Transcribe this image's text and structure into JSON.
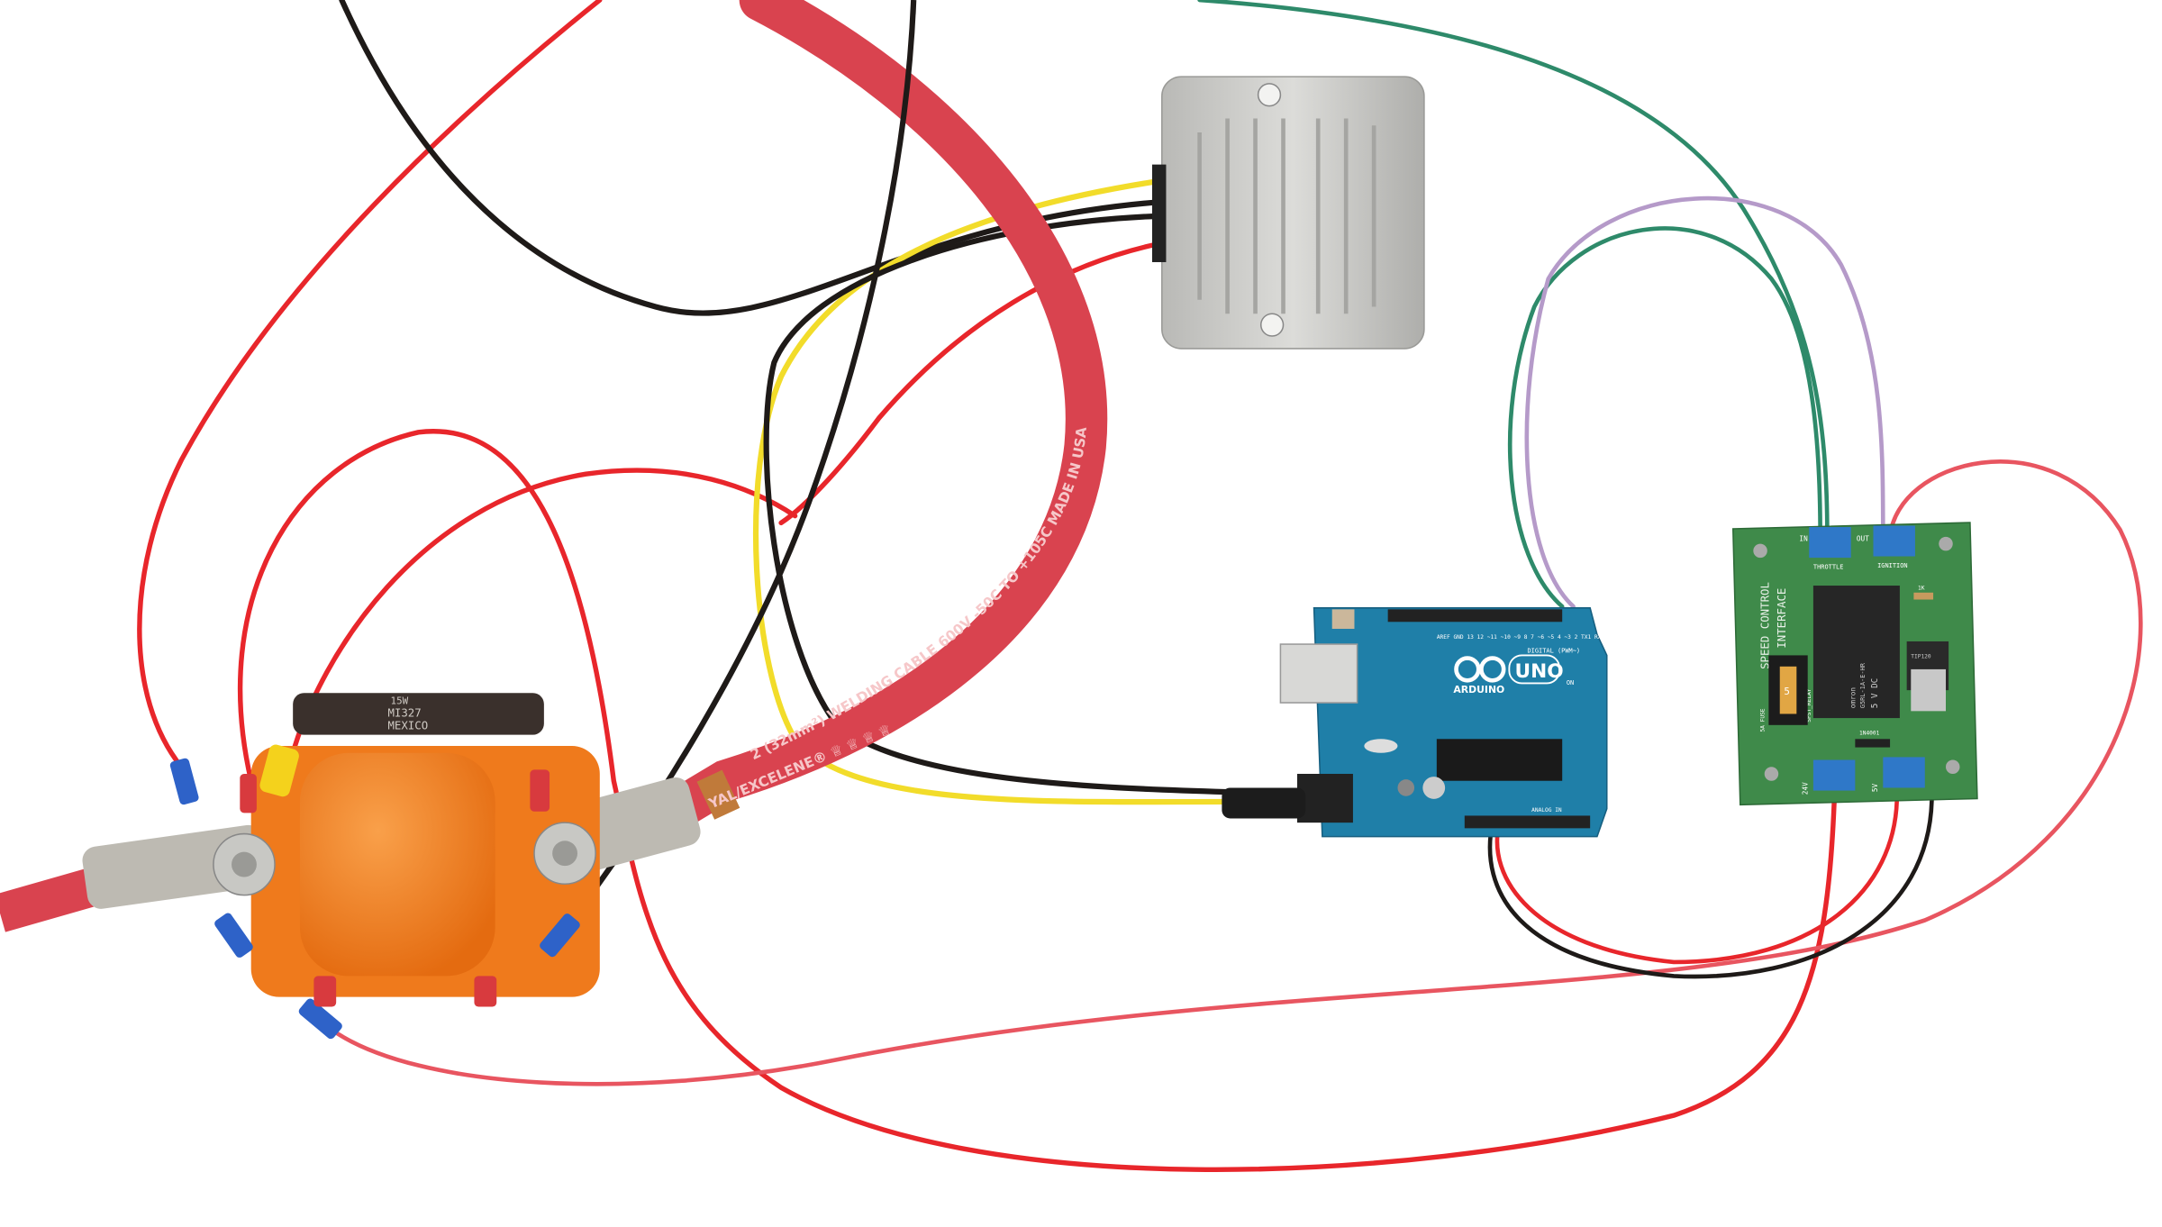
{
  "scene": {
    "background": "#ffffff",
    "colors": {
      "welding_cable": "#d9434f",
      "red_wire": "#e8262b",
      "pink_red_wire": "#e85560",
      "black_wire": "#1e1a18",
      "yellow_wire": "#f2dc2a",
      "green_wire": "#2e8a6a",
      "purple_wire": "#b59ac9",
      "solenoid_orange": "#f07a1a",
      "arduino_blue": "#1f7fa8",
      "pcb_green": "#3f8a4a",
      "terminal_blue": "#2f78c8",
      "heatsink_gray": "#c9c9c7"
    }
  },
  "welding_cable": {
    "print_top": "2 (32mm²) WELDING CABLE 600V -50C TO +105C MADE IN USA",
    "print_bottom": "YAL/EXCELENE® ♕ ♕ ♕ ♕"
  },
  "resistor": {
    "line1": "15W",
    "line2": "MI327",
    "line3": "MEXICO"
  },
  "arduino": {
    "brand": "ARDUINO",
    "model": "UNO",
    "digital_header": "DIGITAL (PWM~)",
    "pins": "AREF GND 13 12 ~11 ~10 ~9 8  7 ~6 ~5 4 ~3 2 TX1 RX0",
    "on_label": "ON",
    "analog_header": "ANALOG IN"
  },
  "speed_control_board": {
    "title_line1": "SPEED CONTROL",
    "title_line2": "INTERFACE",
    "throttle_in": "IN",
    "throttle_label": "THROTTLE",
    "ignition_out": "OUT",
    "ignition_label": "IGNITION",
    "relay_brand": "omron",
    "relay_model": "G5RL-1A-E-HR",
    "relay_voltage": "5 V DC",
    "relay_label": "SPST_RELAY",
    "fuse_value": "5",
    "fuse_label": "5A FUSE",
    "resistor_label": "1K",
    "transistor": "TIP120",
    "diode": "1N4001",
    "power_in_label": "24V",
    "signal_in_label": "5V"
  }
}
